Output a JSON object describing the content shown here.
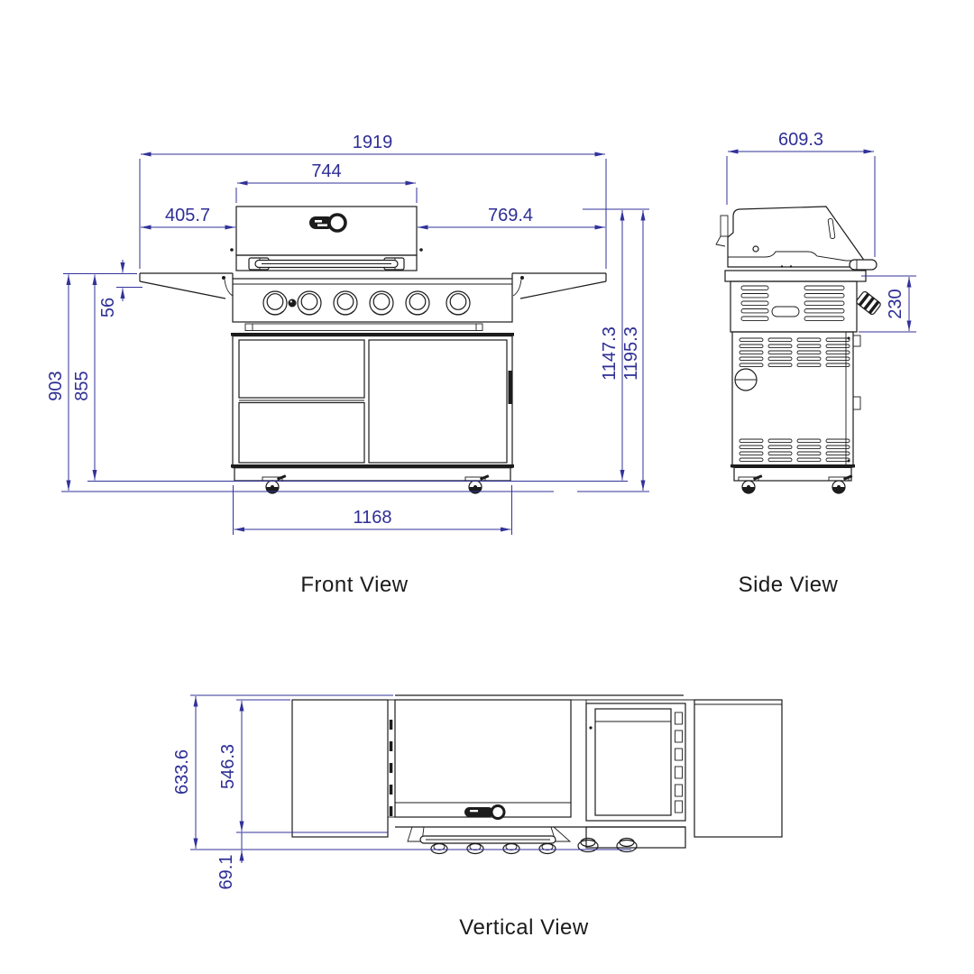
{
  "colors": {
    "dimension": "#32329a",
    "line": "#1c1c1c",
    "background": "#ffffff"
  },
  "views": {
    "front": {
      "label": "Front View",
      "dims": {
        "overall_width": "1919",
        "lid_width": "744",
        "lid_left_offset": "405.7",
        "lid_right_offset": "769.4",
        "shelf_thickness": "56",
        "shelf_height": "903",
        "cabinet_height": "855",
        "base_width": "1168",
        "height_to_lid": "1147.3",
        "overall_height": "1195.3"
      }
    },
    "side": {
      "label": "Side View",
      "dims": {
        "overall_depth": "609.3",
        "firebox_height": "230"
      }
    },
    "vertical": {
      "label": "Vertical View",
      "dims": {
        "overall_depth": "633.6",
        "lid_depth": "546.3",
        "knob_overhang": "69.1"
      }
    }
  }
}
